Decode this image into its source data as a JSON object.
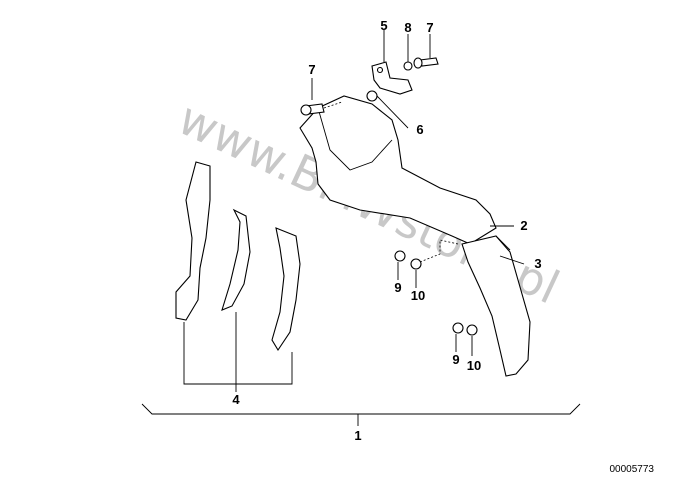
{
  "diagram": {
    "watermark": "www.BMWstore.pl",
    "catalog_number": "00005773",
    "callouts": {
      "c1": "1",
      "c2": "2",
      "c3": "3",
      "c4": "4",
      "c5": "5",
      "c6": "6",
      "c7a": "7",
      "c7b": "7",
      "c8": "8",
      "c9a": "9",
      "c9b": "9",
      "c10a": "10",
      "c10b": "10"
    }
  }
}
